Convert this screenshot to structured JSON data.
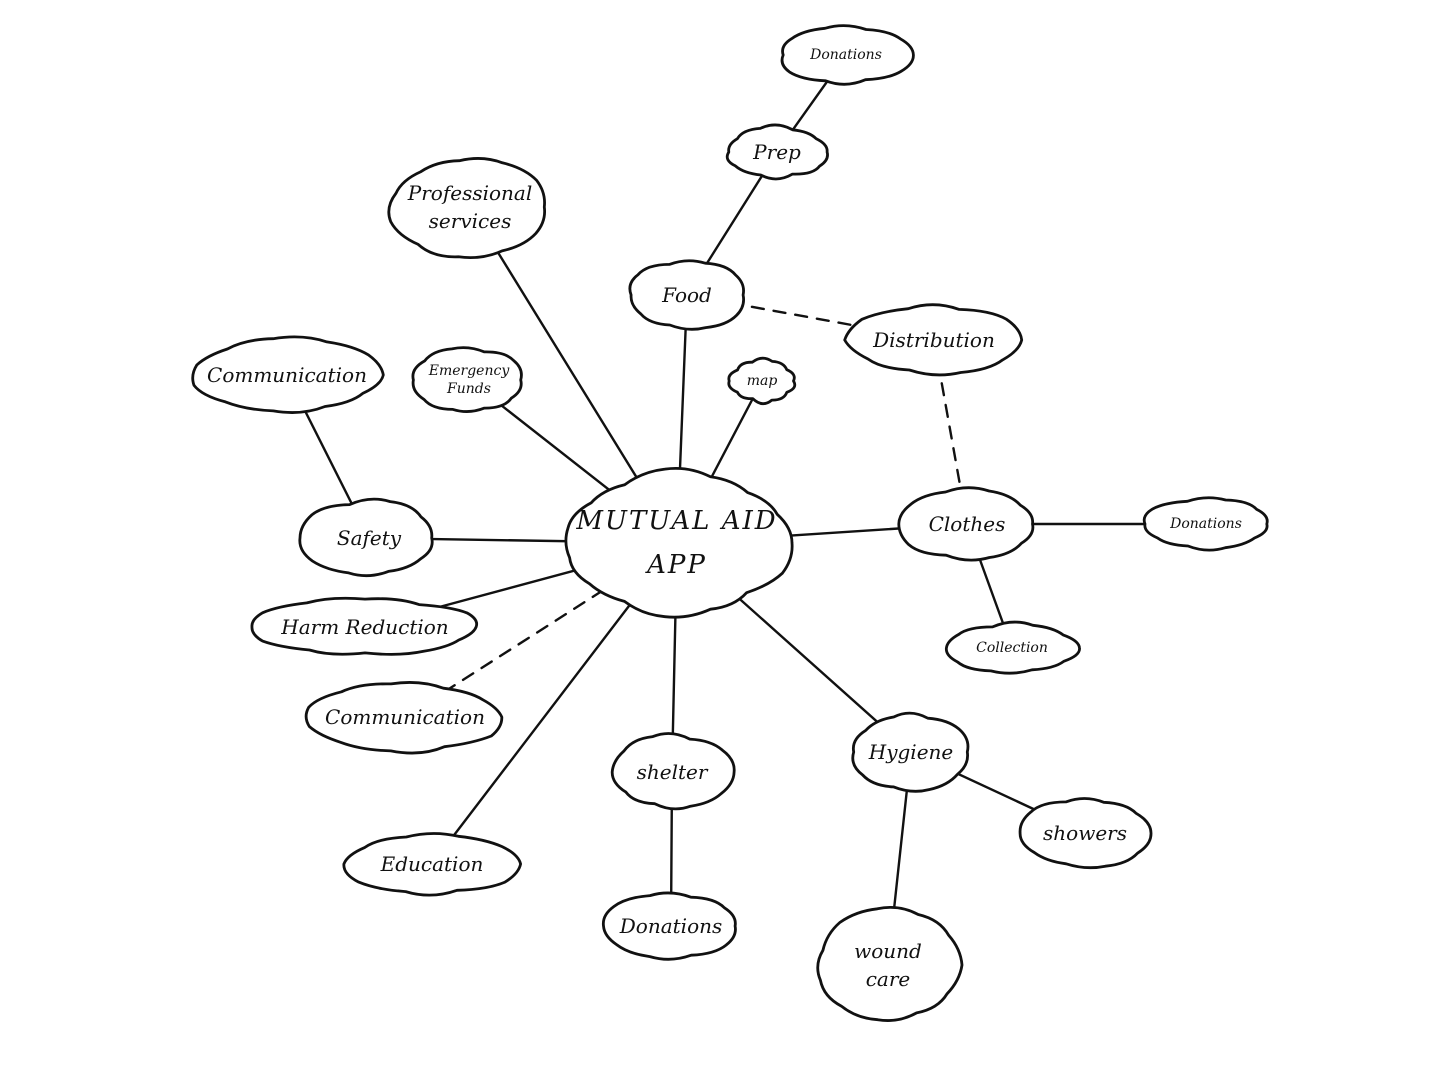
{
  "diagram": {
    "type": "mind-map",
    "center": {
      "id": "app",
      "lines": [
        "MUTUAL AID",
        "APP"
      ]
    },
    "nodes": [
      {
        "id": "food",
        "lines": [
          "Food"
        ]
      },
      {
        "id": "prep",
        "lines": [
          "Prep"
        ]
      },
      {
        "id": "food_donations",
        "lines": [
          "Donations"
        ]
      },
      {
        "id": "distribution",
        "lines": [
          "Distribution"
        ]
      },
      {
        "id": "professional",
        "lines": [
          "Professional",
          "services"
        ]
      },
      {
        "id": "emergency",
        "lines": [
          "Emergency",
          "Funds"
        ]
      },
      {
        "id": "map",
        "lines": [
          "map"
        ]
      },
      {
        "id": "communication_top",
        "lines": [
          "Communication"
        ]
      },
      {
        "id": "safety",
        "lines": [
          "Safety"
        ]
      },
      {
        "id": "harm",
        "lines": [
          "Harm Reduction"
        ]
      },
      {
        "id": "communication_bottom",
        "lines": [
          "Communication"
        ]
      },
      {
        "id": "education",
        "lines": [
          "Education"
        ]
      },
      {
        "id": "shelter",
        "lines": [
          "shelter"
        ]
      },
      {
        "id": "shelter_donations",
        "lines": [
          "Donations"
        ]
      },
      {
        "id": "hygiene",
        "lines": [
          "Hygiene"
        ]
      },
      {
        "id": "showers",
        "lines": [
          "showers"
        ]
      },
      {
        "id": "wound",
        "lines": [
          "wound",
          "care"
        ]
      },
      {
        "id": "clothes",
        "lines": [
          "Clothes"
        ]
      },
      {
        "id": "clothes_donations",
        "lines": [
          "Donations"
        ]
      },
      {
        "id": "collection",
        "lines": [
          "Collection"
        ]
      }
    ],
    "edges": [
      {
        "from": "app",
        "to": "food",
        "style": "solid"
      },
      {
        "from": "food",
        "to": "prep",
        "style": "solid"
      },
      {
        "from": "prep",
        "to": "food_donations",
        "style": "solid"
      },
      {
        "from": "food",
        "to": "distribution",
        "style": "dashed"
      },
      {
        "from": "distribution",
        "to": "clothes",
        "style": "dashed"
      },
      {
        "from": "app",
        "to": "professional",
        "style": "solid"
      },
      {
        "from": "app",
        "to": "emergency",
        "style": "solid"
      },
      {
        "from": "app",
        "to": "map",
        "style": "solid"
      },
      {
        "from": "safety",
        "to": "communication_top",
        "style": "solid"
      },
      {
        "from": "app",
        "to": "safety",
        "style": "solid"
      },
      {
        "from": "app",
        "to": "harm",
        "style": "solid"
      },
      {
        "from": "app",
        "to": "communication_bottom",
        "style": "dashed"
      },
      {
        "from": "app",
        "to": "education",
        "style": "solid"
      },
      {
        "from": "app",
        "to": "shelter",
        "style": "solid"
      },
      {
        "from": "shelter",
        "to": "shelter_donations",
        "style": "solid"
      },
      {
        "from": "app",
        "to": "hygiene",
        "style": "solid"
      },
      {
        "from": "hygiene",
        "to": "showers",
        "style": "solid"
      },
      {
        "from": "hygiene",
        "to": "wound",
        "style": "solid"
      },
      {
        "from": "app",
        "to": "clothes",
        "style": "solid"
      },
      {
        "from": "clothes",
        "to": "clothes_donations",
        "style": "solid"
      },
      {
        "from": "clothes",
        "to": "collection",
        "style": "solid"
      }
    ]
  }
}
